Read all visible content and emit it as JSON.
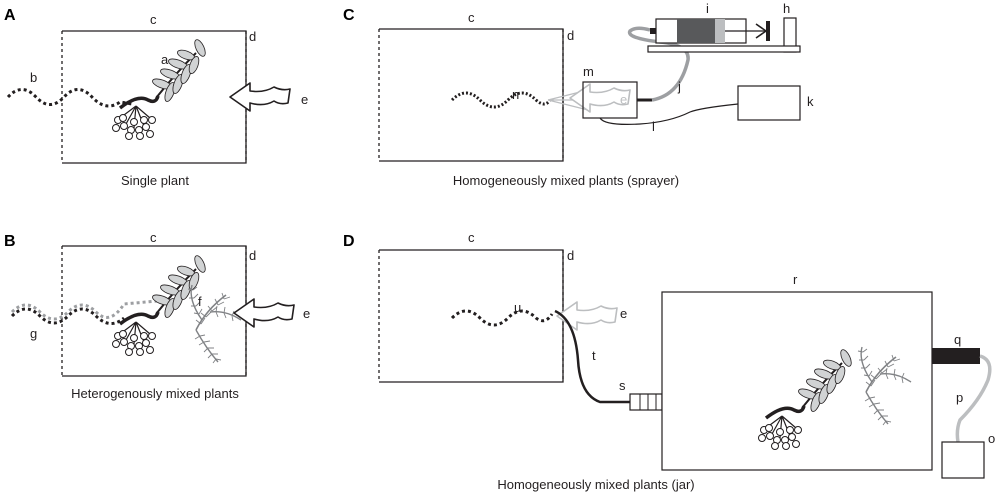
{
  "panels": {
    "A": {
      "letter": "A",
      "caption": "Single plant"
    },
    "B": {
      "letter": "B",
      "caption": "Heterogenously mixed plants"
    },
    "C": {
      "letter": "C",
      "caption": "Homogeneously mixed plants (sprayer)"
    },
    "D": {
      "letter": "D",
      "caption": "Homogeneously mixed plants (jar)"
    }
  },
  "labels": {
    "a": "a",
    "b": "b",
    "c": "c",
    "d": "d",
    "e": "e",
    "f": "f",
    "g": "g",
    "h": "h",
    "i": "i",
    "j": "j",
    "k": "k",
    "l": "l",
    "m": "m",
    "n": "n",
    "o": "o",
    "p": "p",
    "q": "q",
    "r": "r",
    "s": "s",
    "t": "t",
    "u": "u"
  },
  "colors": {
    "line": "#231f20",
    "gray_plant": "#808285",
    "light_gray": "#bcbec0",
    "dark_gray": "#58595b",
    "wave_gray": "#9d9fa2"
  }
}
